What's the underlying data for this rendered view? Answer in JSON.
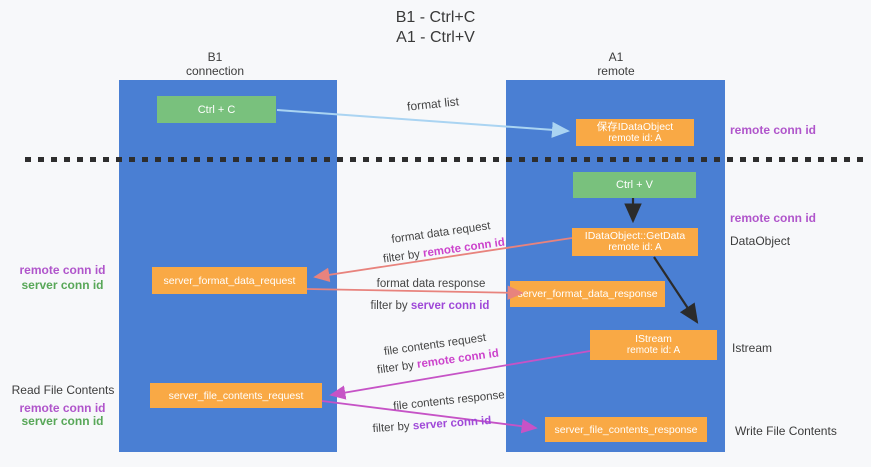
{
  "title": {
    "line1": "B1 - Ctrl+C",
    "line2": "A1 - Ctrl+V"
  },
  "columns": {
    "left": {
      "header_line1": "B1",
      "header_line2": "connection"
    },
    "right": {
      "header_line1": "A1",
      "header_line2": "remote"
    }
  },
  "boxes": {
    "ctrl_c": "Ctrl + C",
    "ctrl_v": "Ctrl + V",
    "save_idataobject": {
      "line1": "保存IDataObject",
      "line2": "remote id: A"
    },
    "getdata": {
      "line1": "IDataObject::GetData",
      "line2": "remote id: A"
    },
    "istream": {
      "line1": "IStream",
      "line2": "remote id: A"
    },
    "format_request": "server_format_data_request",
    "format_response": "server_format_data_response",
    "file_request": "server_file_contents_request",
    "file_response": "server_file_contents_response"
  },
  "edge_labels": {
    "format_list": "format list",
    "format_data_request": "format data request",
    "format_data_response": "format data response",
    "file_contents_request": "file contents request",
    "file_contents_response": "file contents response",
    "filter_by": "filter by ",
    "remote_conn_id": "remote conn id",
    "server_conn_id": "server conn id"
  },
  "annotations": {
    "right": {
      "remote_conn_id_1": "remote conn id",
      "remote_conn_id_2": "remote conn id",
      "dataobject": "DataObject",
      "istream": "Istream",
      "write_file": "Write File Contents"
    },
    "left": {
      "remote_conn_id_1": "remote conn id",
      "server_conn_id_1": "server conn id",
      "read_file": "Read File Contents",
      "remote_conn_id_2": "remote conn id",
      "server_conn_id_2": "server conn id"
    }
  },
  "colors": {
    "column_blue": "#4a7fd3",
    "box_green": "#79c17d",
    "box_orange": "#f9a945",
    "arrow_lightblue": "#aad4f2",
    "arrow_salmon": "#e8837d",
    "arrow_magenta": "#c653c6",
    "arrow_black": "#2b2b2b",
    "divider_dark": "#2e2e2e",
    "purple_label": "#b055cb",
    "magenta_label": "#cc44cc",
    "purple_filter": "#9f48d8",
    "green_label": "#58a758"
  }
}
